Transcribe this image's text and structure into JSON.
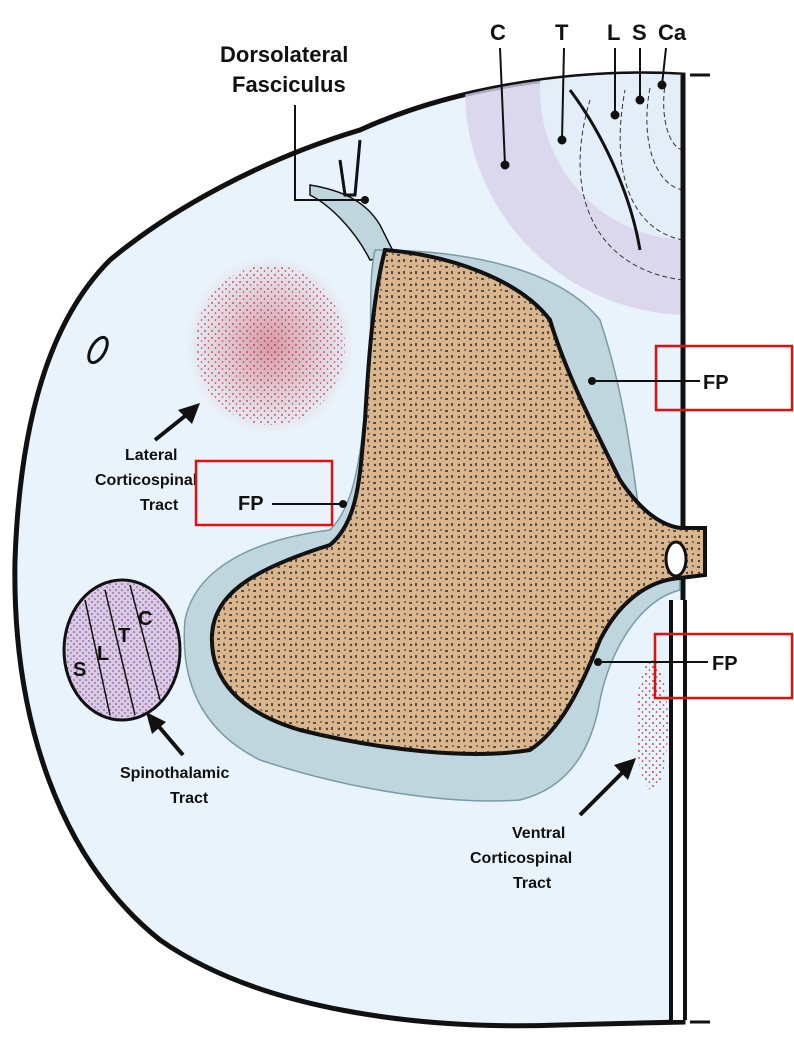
{
  "labels": {
    "dorsolateral_line1": "Dorsolateral",
    "dorsolateral_line2": "Fasciculus",
    "lcst_line1": "Lateral",
    "lcst_line2": "Corticospinal",
    "lcst_line3": "Tract",
    "stt_line1": "Spinothalamic",
    "stt_line2": "Tract",
    "vcst_line1": "Ventral",
    "vcst_line2": "Corticospinal",
    "vcst_line3": "Tract",
    "fp_1": "FP",
    "fp_2": "FP",
    "fp_3": "FP",
    "dorsal_c": "C",
    "dorsal_t": "T",
    "dorsal_l": "L",
    "dorsal_s": "S",
    "dorsal_ca": "Ca",
    "stt_s": "S",
    "stt_l": "L",
    "stt_t": "T",
    "stt_c": "C"
  },
  "colors": {
    "white_matter": "#e9f3fb",
    "gray_matter": "#d9b68e",
    "fasciculus_proprius": "#bfd6df",
    "dorsal_column_shading": "#d7d0ea",
    "tract_dots": "#b0182c",
    "spinothalamic_fill": "#d9c9e4",
    "highlight_box": "#e01010"
  }
}
